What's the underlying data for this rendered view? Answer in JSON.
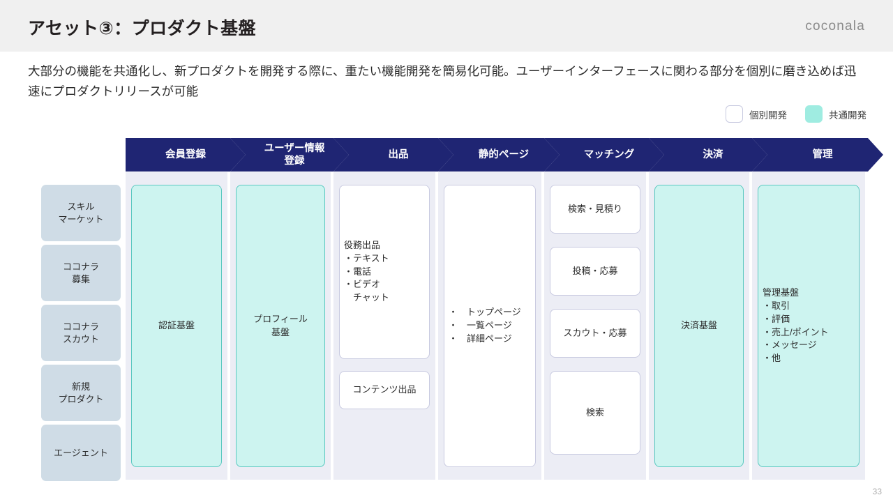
{
  "header": {
    "title": "アセット③：プロダクト基盤",
    "logo": "coconala"
  },
  "lead": "大部分の機能を共通化し、新プロダクトを開発する際に、重たい機能開発を簡易化可能。ユーザーインターフェースに関わる部分を個別に磨き込めば迅速にプロダクトリリースが可能",
  "legend": {
    "items": [
      {
        "label": "個別開発",
        "type": "individual",
        "color": "#ffffff"
      },
      {
        "label": "共通開発",
        "type": "common",
        "color": "#9fece1"
      }
    ]
  },
  "colors": {
    "header_band": "#f0f0f0",
    "chevron": "#1f2573",
    "panel": "#ecedf5",
    "common_fill": "#cdf4f0",
    "common_border": "#5ac8c0",
    "individual_fill": "#ffffff",
    "individual_border": "#c8cae0",
    "category_fill": "#cfdce6"
  },
  "categories": [
    {
      "label": "スキル\nマーケット"
    },
    {
      "label": "ココナラ\n募集"
    },
    {
      "label": "ココナラ\nスカウト"
    },
    {
      "label": "新規\nプロダクト"
    },
    {
      "label": "エージェント"
    }
  ],
  "stages": [
    {
      "label": "会員登録",
      "cells": [
        {
          "text": "認証基盤",
          "type": "common",
          "align": "center"
        }
      ]
    },
    {
      "label": "ユーザー情報\n登録",
      "cells": [
        {
          "text": "プロフィール\n基盤",
          "type": "common",
          "align": "center"
        }
      ]
    },
    {
      "label": "出品",
      "cells": [
        {
          "text": "役務出品\n・テキスト\n・電話\n・ビデオ\n　チャット",
          "type": "individual",
          "align": "left"
        },
        {
          "text": "コンテンツ出品",
          "type": "individual",
          "align": "center"
        }
      ]
    },
    {
      "label": "静的ページ",
      "cells": [
        {
          "text": "・　トップページ\n・　一覧ページ\n・　詳細ページ",
          "type": "individual",
          "align": "left"
        }
      ]
    },
    {
      "label": "マッチング",
      "cells": [
        {
          "text": "検索・見積り",
          "type": "individual",
          "align": "center"
        },
        {
          "text": "投稿・応募",
          "type": "individual",
          "align": "center"
        },
        {
          "text": "スカウト・応募",
          "type": "individual",
          "align": "center"
        },
        {
          "text": "検索",
          "type": "individual",
          "align": "center"
        }
      ]
    },
    {
      "label": "決済",
      "cells": [
        {
          "text": "決済基盤",
          "type": "common",
          "align": "center"
        }
      ]
    },
    {
      "label": "管理",
      "cells": [
        {
          "text": "管理基盤\n・取引\n・評価\n・売上/ポイント\n・メッセージ\n・他",
          "type": "common",
          "align": "left"
        }
      ]
    }
  ],
  "page_number": "33"
}
